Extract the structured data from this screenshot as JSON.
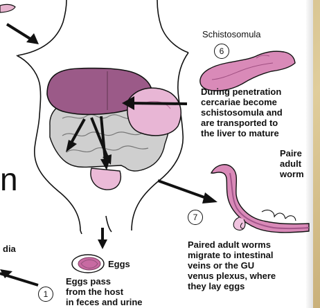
{
  "labels": {
    "schistosomula": "Schistosomula",
    "during_penetration": [
      "During penetration",
      "cercariae become",
      "schistosomula and",
      "are transported to",
      "the liver to mature"
    ],
    "paired_adult_worms_partial": [
      "Paire",
      "adult",
      "worm"
    ],
    "paired_adult_worms": [
      "Paired adult worms",
      "migrate to intestinal",
      "veins or the GU",
      "venus plexus, where",
      "they lay eggs"
    ],
    "eggs": "Eggs",
    "eggs_pass": [
      "Eggs pass",
      "from the host",
      "in feces and urine"
    ],
    "dia_partial": "dia",
    "overlay_letter": "n"
  },
  "steps": {
    "step_1": "1",
    "step_6": "6",
    "step_7": "7"
  },
  "colors": {
    "slide_background": "#d9c89a",
    "worm_fill": "#d98ab8",
    "liver_fill": "#9a5a86",
    "stomach_fill": "#e8b6d5",
    "intestine_fill": "#c9c9c9",
    "egg_fill": "#c86aa2"
  }
}
